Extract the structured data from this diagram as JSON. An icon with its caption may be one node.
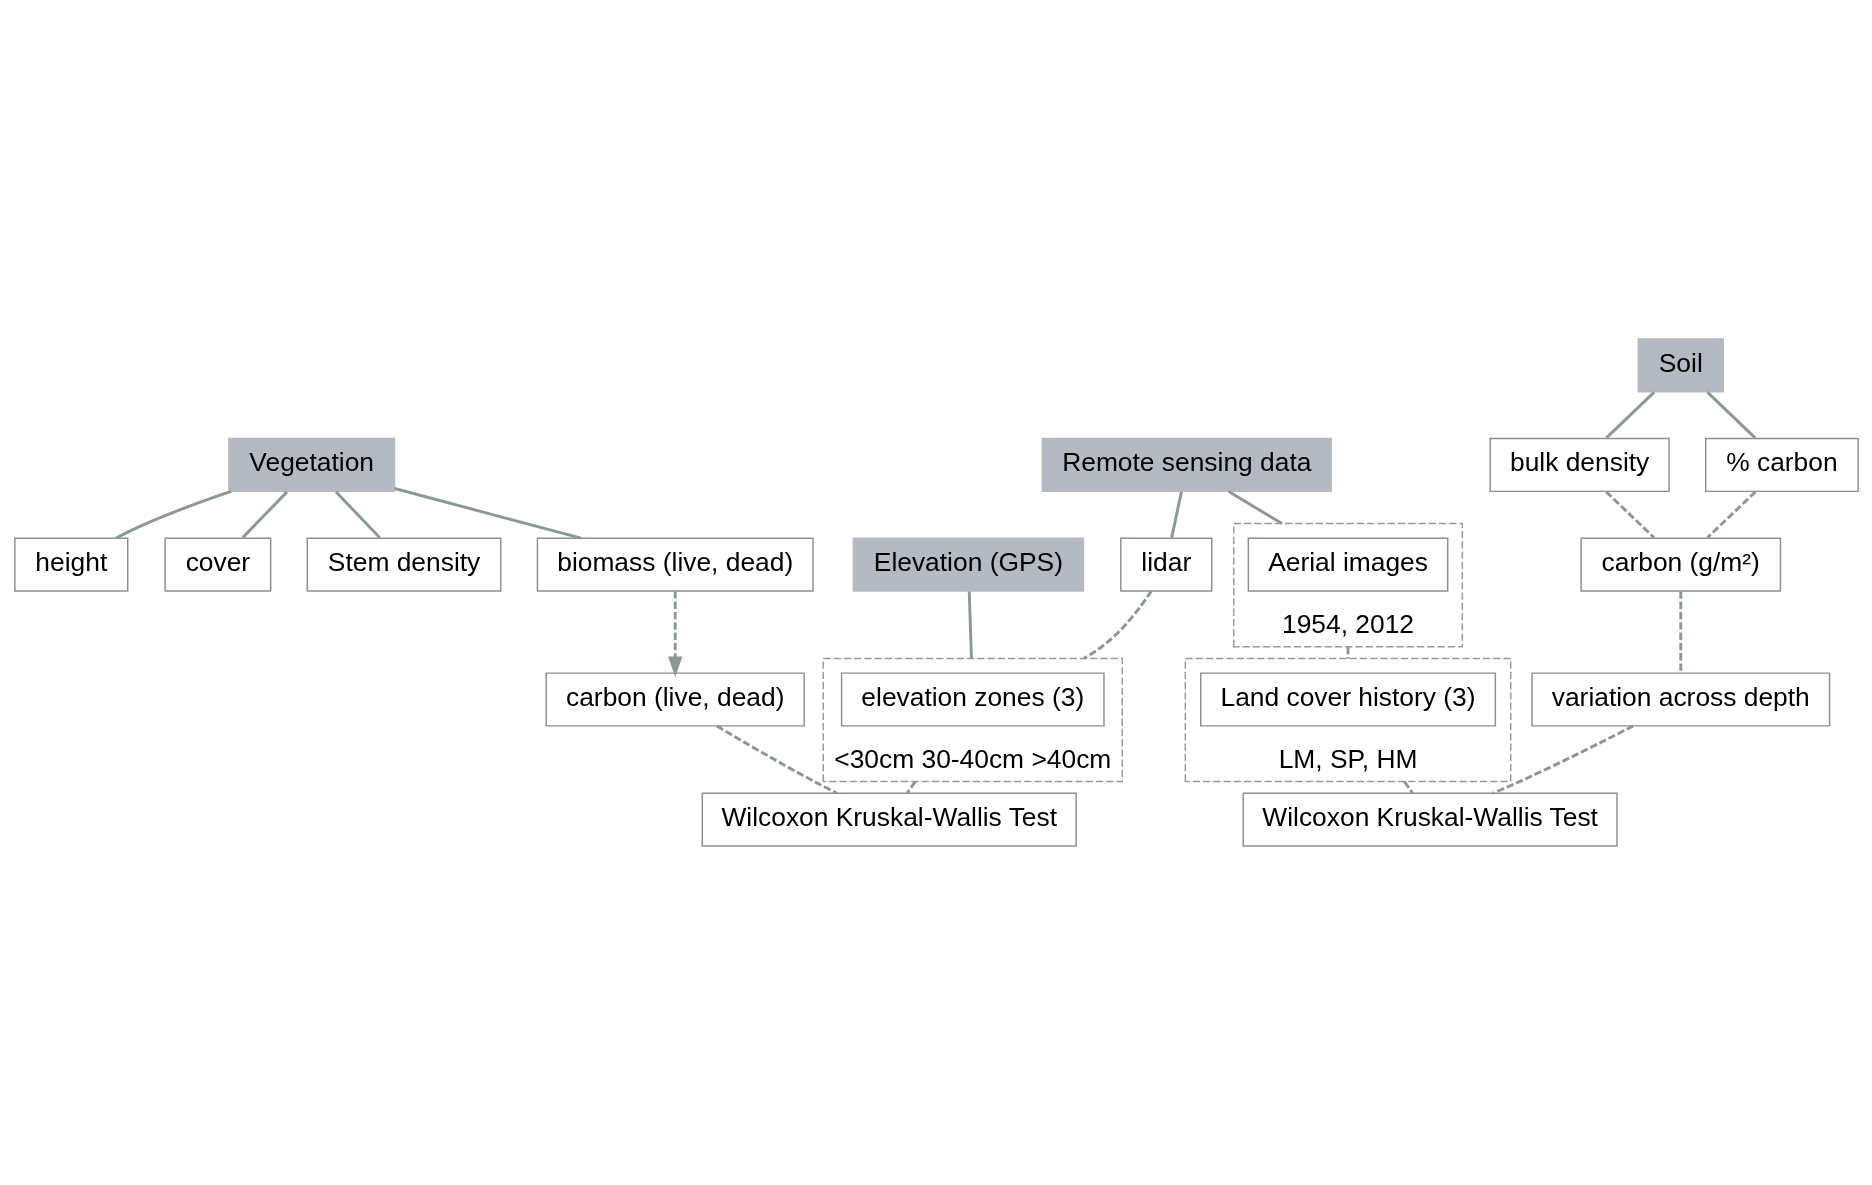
{
  "diagram": {
    "nodes": [
      {
        "text": [
          "Vegetation"
        ]
      },
      {
        "text": [
          "height"
        ]
      },
      {
        "text": [
          "cover"
        ]
      },
      {
        "text": [
          "Stem density"
        ]
      },
      {
        "text": [
          "biomass (live, dead)"
        ]
      },
      {
        "text": [
          "carbon (live, dead)"
        ]
      },
      {
        "text": [
          "Elevation (GPS)"
        ]
      },
      {
        "text": [
          "<30cm 30-40cm >40cm"
        ]
      },
      {
        "text": [
          "elevation zones (3)"
        ],
        "in": 7
      },
      {
        "text": [
          "Remote sensing data"
        ]
      },
      {
        "text": [
          "lidar"
        ]
      },
      {
        "text": [
          "1954, 2012"
        ]
      },
      {
        "text": [
          "Aerial images"
        ],
        "in": 11
      },
      {
        "text": [
          "LM, SP, HM"
        ]
      },
      {
        "text": [
          "Land cover history (3)"
        ],
        "in": 13
      },
      {
        "text": [
          "Soil"
        ]
      },
      {
        "text": [
          "bulk density"
        ]
      },
      {
        "text": [
          "% carbon"
        ]
      },
      {
        "text": [
          "carbon (g/m²)"
        ]
      },
      {
        "text": [
          "variation across depth"
        ]
      },
      {
        "text": [
          "Wilcoxon Kruskal-Wallis Test"
        ]
      },
      {
        "text": [
          "Wilcoxon Kruskal-Wallis Test"
        ]
      }
    ],
    "edges": [
      {
        "from": 0,
        "to": 1,
        "arrow": "none"
      },
      {
        "from": 0,
        "to": 2,
        "arrow": "none"
      },
      {
        "from": 0,
        "to": 3,
        "arrow": "none"
      },
      {
        "from": 0,
        "to": 4,
        "arrow": "none"
      },
      {
        "from": 4,
        "to": 5,
        "arrow": "to",
        "style": "dashed"
      },
      {
        "from": 6,
        "to": 7,
        "arrow": "none"
      },
      {
        "from": 9,
        "to": 10,
        "arrow": "none"
      },
      {
        "from": 9,
        "to": 11,
        "arrow": "none"
      },
      {
        "from": 10,
        "to": 7,
        "arrow": "none",
        "style": "dashed"
      },
      {
        "from": 11,
        "to": 13,
        "arrow": "none",
        "style": "dashed"
      },
      {
        "from": 15,
        "to": 16,
        "arrow": "none"
      },
      {
        "from": 15,
        "to": 17,
        "arrow": "none"
      },
      {
        "from": 16,
        "to": 18,
        "arrow": "none",
        "style": "dashed"
      },
      {
        "from": 17,
        "to": 18,
        "arrow": "none",
        "style": "dashed"
      },
      {
        "from": 18,
        "to": 19,
        "arrow": "none",
        "style": "dashed"
      },
      {
        "from": 13,
        "to": 20,
        "arrow": "none",
        "style": "dashed"
      },
      {
        "from": 19,
        "to": 20,
        "arrow": "none",
        "style": "dashed"
      },
      {
        "from": 5,
        "to": 21,
        "arrow": "none",
        "style": "dashed"
      },
      {
        "from": 7,
        "to": 21,
        "arrow": "none",
        "style": "dashed"
      }
    ]
  }
}
